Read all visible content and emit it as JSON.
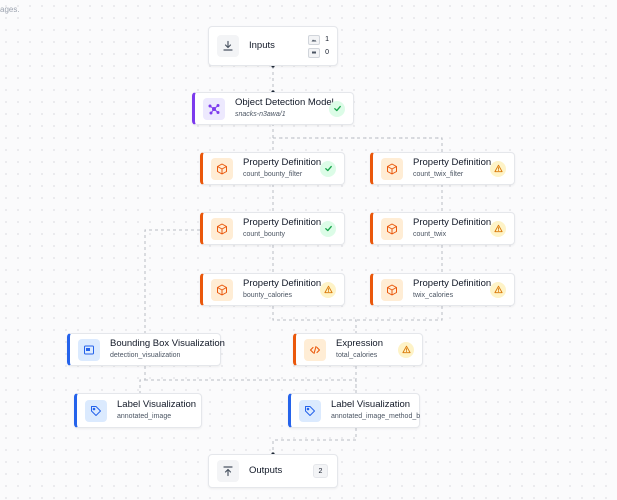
{
  "canvas": {
    "corner_text": "ages."
  },
  "nodes": {
    "inputs": {
      "title": "Inputs",
      "icon": "download-icon",
      "image_count": "1",
      "param_count": "0"
    },
    "object_detection": {
      "title": "Object Detection Model",
      "subtitle": "snacks-n3awa/1",
      "status": "success",
      "icon": "graph-nodes-icon"
    },
    "count_bounty_filter": {
      "title": "Property Definition",
      "subtitle": "count_bounty_filter",
      "status": "success",
      "icon": "cube-icon"
    },
    "count_twix_filter": {
      "title": "Property Definition",
      "subtitle": "count_twix_filter",
      "status": "warning",
      "icon": "cube-icon"
    },
    "count_bounty": {
      "title": "Property Definition",
      "subtitle": "count_bounty",
      "status": "success",
      "icon": "cube-icon"
    },
    "count_twix": {
      "title": "Property Definition",
      "subtitle": "count_twix",
      "status": "warning",
      "icon": "cube-icon"
    },
    "bounty_calories": {
      "title": "Property Definition",
      "subtitle": "bounty_calories",
      "status": "warning",
      "icon": "cube-icon"
    },
    "twix_calories": {
      "title": "Property Definition",
      "subtitle": "twix_calories",
      "status": "warning",
      "icon": "cube-icon"
    },
    "bounding_box": {
      "title": "Bounding Box Visualization",
      "subtitle": "detection_visualization",
      "icon": "image-icon"
    },
    "expression": {
      "title": "Expression",
      "subtitle": "total_calories",
      "status": "warning",
      "icon": "code-icon"
    },
    "label_vis_1": {
      "title": "Label Visualization",
      "subtitle": "annotated_image",
      "icon": "tag-icon"
    },
    "label_vis_2": {
      "title": "Label Visualization",
      "subtitle": "annotated_image_method_b",
      "icon": "tag-icon"
    },
    "outputs": {
      "title": "Outputs",
      "icon": "upload-icon",
      "count": "2"
    }
  },
  "colors": {
    "accent_purple": "#7c3aed",
    "accent_orange": "#ea580c",
    "accent_blue": "#2563eb",
    "success": "#16a34a",
    "warning": "#d97706",
    "edge": "#b8bcc4"
  }
}
